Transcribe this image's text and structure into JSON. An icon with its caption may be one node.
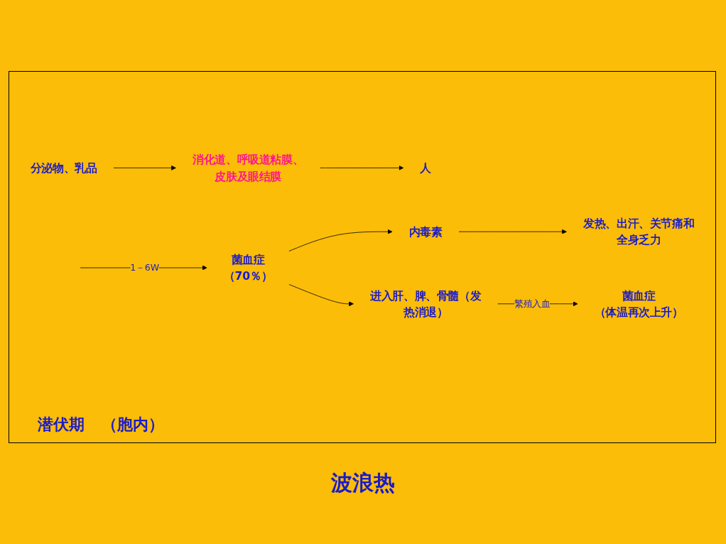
{
  "diagram": {
    "caption": "波浪热",
    "nodes": [
      {
        "text": [
          "分泌物、乳品"
        ]
      },
      {
        "text": [
          "消化道、呼吸道粘膜、皮肤及眼结膜"
        ]
      },
      {
        "text": [
          "人"
        ]
      },
      {
        "text": [
          "菌血症",
          "（70％）"
        ]
      },
      {
        "text": [
          "内毒素"
        ]
      },
      {
        "text": [
          "发热、出汗、关节痛和全身乏力"
        ]
      },
      {
        "text": [
          "进入肝、脾、骨髓（发热消退）"
        ]
      },
      {
        "text": [
          "菌血症",
          "（体温再次上升）"
        ]
      }
    ],
    "edges": [
      {
        "from": 0,
        "to": 1,
        "arrow": "to"
      },
      {
        "from": 1,
        "to": 2,
        "arrow": "to"
      },
      {
        "from": null,
        "to": 3,
        "arrow": "to",
        "label": "1－6W"
      },
      {
        "from": 3,
        "to": 4,
        "arrow": "to"
      },
      {
        "from": 4,
        "to": 5,
        "arrow": "to"
      },
      {
        "from": 3,
        "to": 6,
        "arrow": "to"
      },
      {
        "from": 6,
        "to": 7,
        "arrow": "to",
        "label": "繁殖入血"
      }
    ],
    "labels": [
      "潜伏期",
      "（胞内）"
    ]
  }
}
